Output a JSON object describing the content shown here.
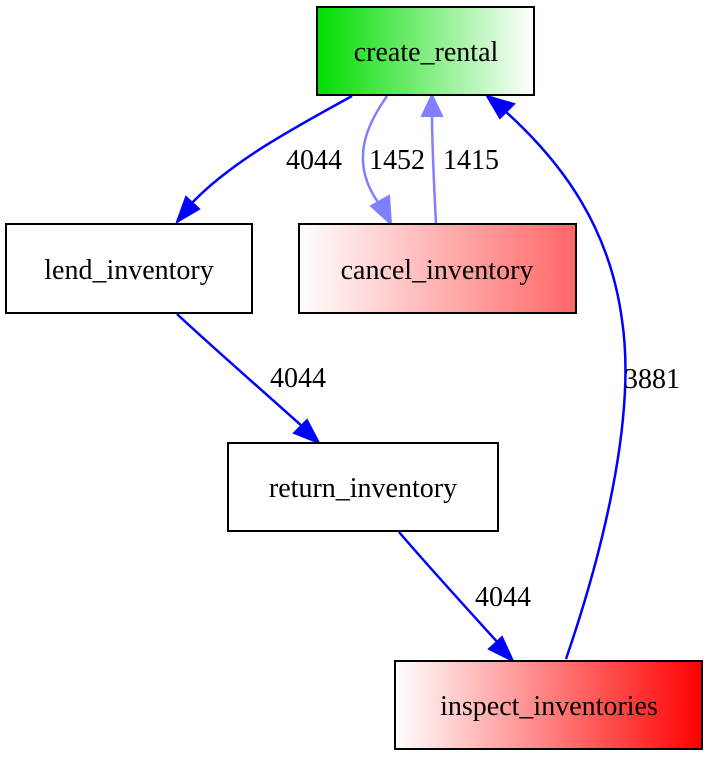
{
  "nodes": {
    "create_rental": {
      "label": "create_rental"
    },
    "lend_inventory": {
      "label": "lend_inventory"
    },
    "cancel_inventory": {
      "label": "cancel_inventory"
    },
    "return_inventory": {
      "label": "return_inventory"
    },
    "inspect_inventories": {
      "label": "inspect_inventories"
    }
  },
  "edges": {
    "create_to_lend": {
      "label": "4044"
    },
    "create_to_cancel": {
      "label": "1452"
    },
    "cancel_to_create": {
      "label": "1415"
    },
    "lend_to_return": {
      "label": "4044"
    },
    "return_to_inspect": {
      "label": "4044"
    },
    "inspect_to_create": {
      "label": "3881"
    }
  },
  "colors": {
    "start_green": "#00dd00",
    "end_red": "#ff0000",
    "cancel_red": "#ff6666",
    "edge_strong": "#0000ff",
    "edge_light": "#8080ff",
    "node_border": "#000000"
  }
}
